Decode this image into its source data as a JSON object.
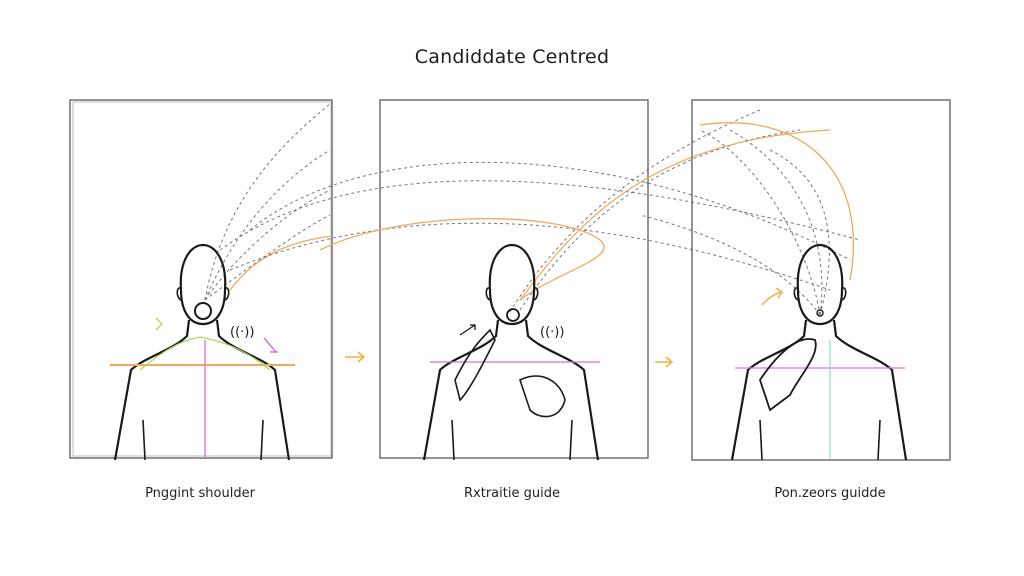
{
  "title": "Candiddate Centred",
  "panels": [
    {
      "caption": "Pnggint shoulder",
      "icons": [
        "pin-icon",
        "wifi-signal-icon"
      ]
    },
    {
      "caption": "Rxtraitie guide",
      "icons": [
        "pin-icon",
        "wifi-signal-icon",
        "hand-pointer"
      ]
    },
    {
      "caption": "Pon.zeors guidde",
      "icons": [
        "pin-icon",
        "hand-at-neck"
      ]
    }
  ],
  "connectors": [
    "arrow-right",
    "arrow-right"
  ],
  "signal_glyph": "((·))",
  "colors": {
    "frame": "#555555",
    "outline": "#1a1a1a",
    "arc_dashed": "#6b6b6b",
    "arc_orange": "#f0a860",
    "guide_pink": "#e070c8",
    "guide_green": "#a8d860",
    "guide_cyan": "#8ad8e0",
    "arrow_orange": "#f0b040"
  }
}
